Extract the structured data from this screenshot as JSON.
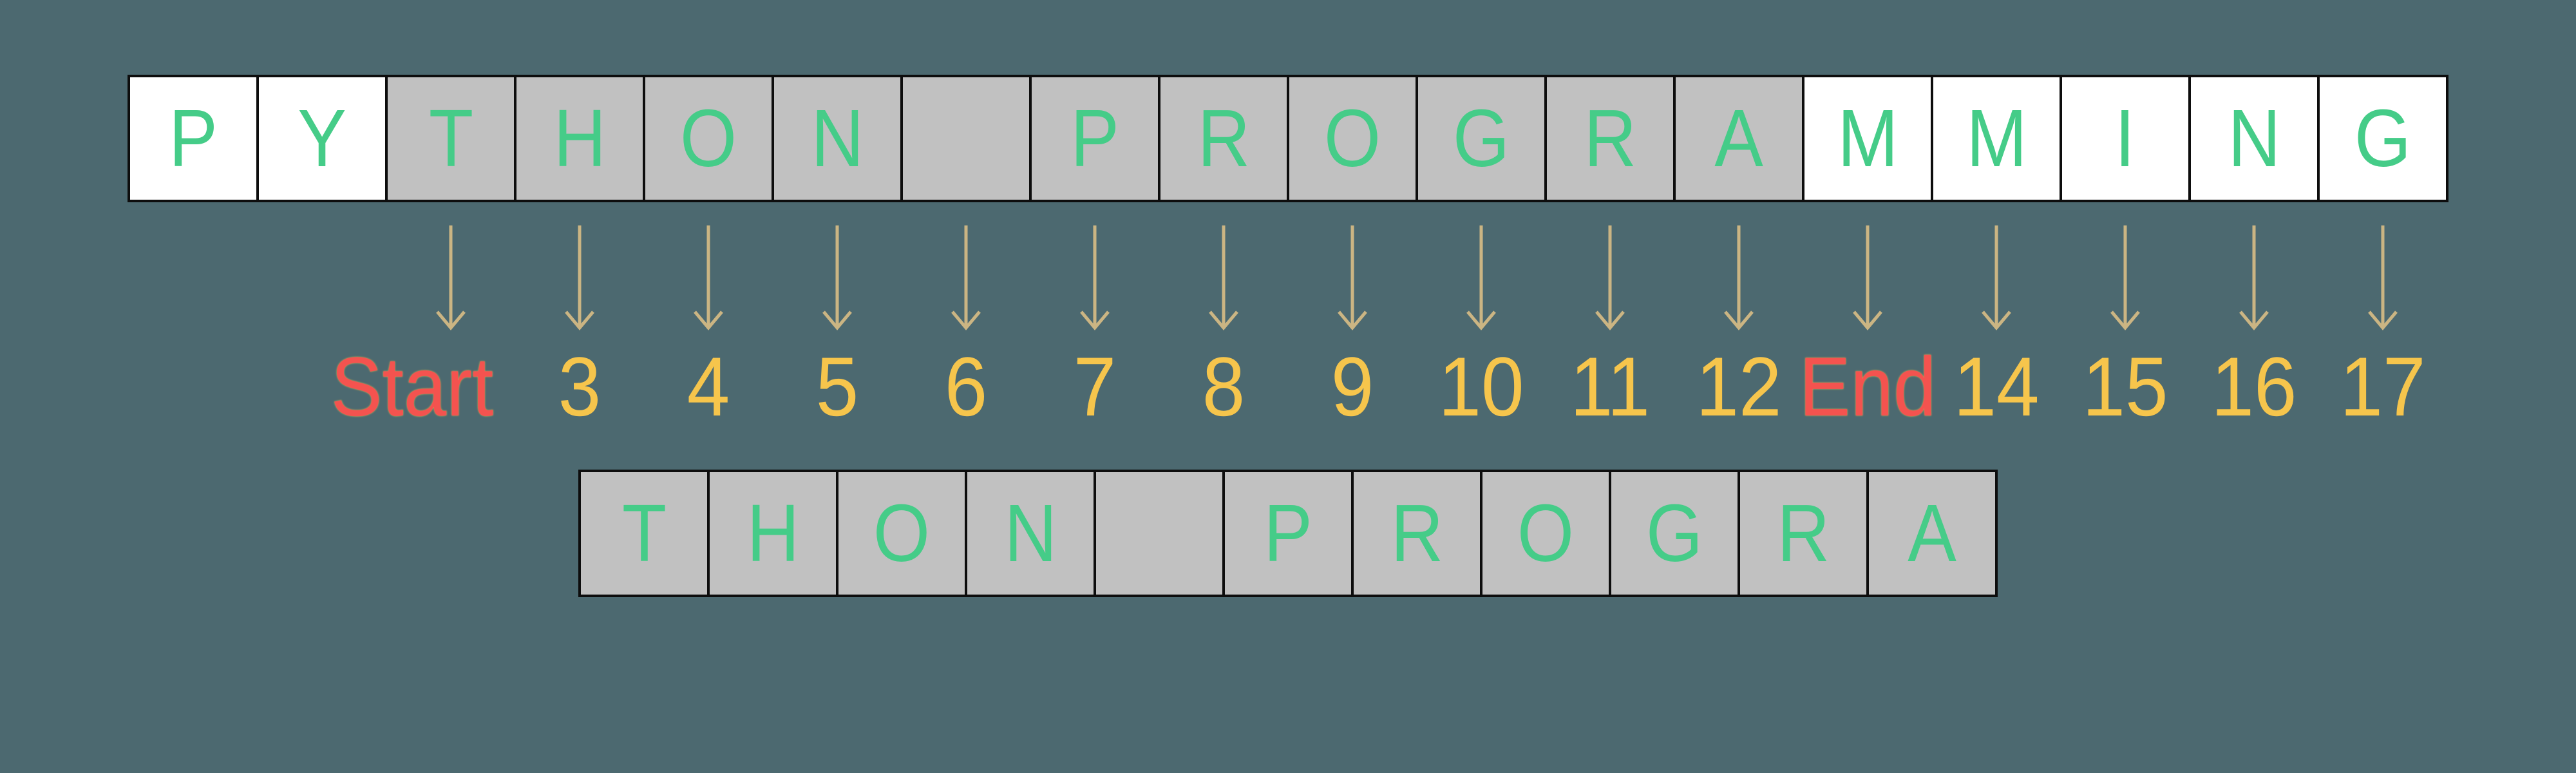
{
  "diagram": {
    "source_string": "PYTHON PROGRAMMING",
    "result_string": "THON PROGRA",
    "start_label": "Start",
    "end_label": "End"
  },
  "colors": {
    "background": "#4c6970",
    "cell_white": "#ffffff",
    "cell_highlight_gray": "#c1c1c1",
    "cell_border_black": "#0d0d0d",
    "letter_green": "#45cc88",
    "index_yellow": "#f6c54c",
    "marker_red": "#f4534f",
    "arrow_tan": "#cbb583"
  },
  "top_row": {
    "cells": [
      {
        "char": "P",
        "highlighted": false
      },
      {
        "char": "Y",
        "highlighted": false
      },
      {
        "char": "T",
        "highlighted": true
      },
      {
        "char": "H",
        "highlighted": true
      },
      {
        "char": "O",
        "highlighted": true
      },
      {
        "char": "N",
        "highlighted": true
      },
      {
        "char": " ",
        "highlighted": true
      },
      {
        "char": "P",
        "highlighted": true
      },
      {
        "char": "R",
        "highlighted": true
      },
      {
        "char": "O",
        "highlighted": true
      },
      {
        "char": "G",
        "highlighted": true
      },
      {
        "char": "R",
        "highlighted": true
      },
      {
        "char": "A",
        "highlighted": true
      },
      {
        "char": "M",
        "highlighted": false
      },
      {
        "char": "M",
        "highlighted": false
      },
      {
        "char": "I",
        "highlighted": false
      },
      {
        "char": "N",
        "highlighted": false
      },
      {
        "char": "G",
        "highlighted": false
      }
    ]
  },
  "index_labels": [
    {
      "text": "Start",
      "marker": true,
      "cell_index": 2
    },
    {
      "text": "3",
      "marker": false,
      "cell_index": 3
    },
    {
      "text": "4",
      "marker": false,
      "cell_index": 4
    },
    {
      "text": "5",
      "marker": false,
      "cell_index": 5
    },
    {
      "text": "6",
      "marker": false,
      "cell_index": 6
    },
    {
      "text": "7",
      "marker": false,
      "cell_index": 7
    },
    {
      "text": "8",
      "marker": false,
      "cell_index": 8
    },
    {
      "text": "9",
      "marker": false,
      "cell_index": 9
    },
    {
      "text": "10",
      "marker": false,
      "cell_index": 10
    },
    {
      "text": "11",
      "marker": false,
      "cell_index": 11
    },
    {
      "text": "12",
      "marker": false,
      "cell_index": 12
    },
    {
      "text": "End",
      "marker": true,
      "cell_index": 13
    },
    {
      "text": "14",
      "marker": false,
      "cell_index": 14
    },
    {
      "text": "15",
      "marker": false,
      "cell_index": 15
    },
    {
      "text": "16",
      "marker": false,
      "cell_index": 16
    },
    {
      "text": "17",
      "marker": false,
      "cell_index": 17
    }
  ],
  "result_row": {
    "cells": [
      "T",
      "H",
      "O",
      "N",
      " ",
      "P",
      "R",
      "O",
      "G",
      "R",
      "A"
    ]
  }
}
